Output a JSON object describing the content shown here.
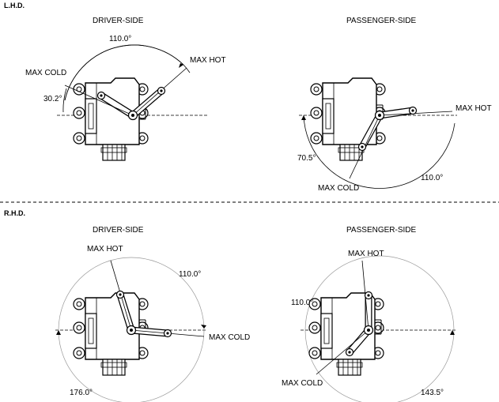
{
  "sections": {
    "lhd": "L.H.D.",
    "rhd": "R.H.D."
  },
  "lhd_driver": {
    "title": "DRIVER-SIDE",
    "angle_top": "110.0°",
    "angle_side": "30.2°",
    "max_cold": "MAX COLD",
    "max_hot": "MAX HOT"
  },
  "lhd_passenger": {
    "title": "PASSENGER-SIDE",
    "angle_left": "70.5°",
    "angle_bottom": "110.0°",
    "max_cold": "MAX COLD",
    "max_hot": "MAX HOT"
  },
  "rhd_driver": {
    "title": "DRIVER-SIDE",
    "angle_top": "110.0°",
    "angle_bottom": "176.0°",
    "max_hot": "MAX HOT",
    "max_cold": "MAX COLD"
  },
  "rhd_passenger": {
    "title": "PASSENGER-SIDE",
    "angle_left": "110.0°",
    "angle_bottom": "143.5°",
    "max_hot": "MAX HOT",
    "max_cold": "MAX COLD"
  },
  "colors": {
    "line": "#000000",
    "gray": "#999999",
    "fill": "#f2f2f2"
  }
}
